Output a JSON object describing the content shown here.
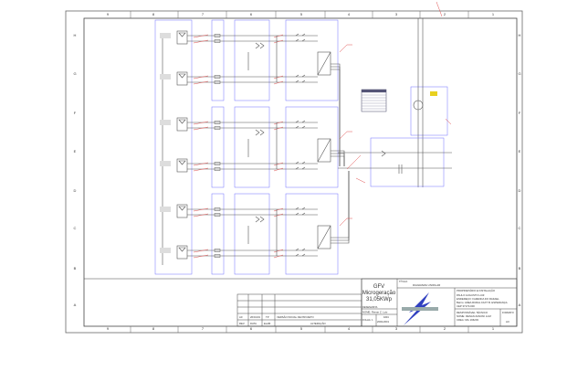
{
  "border": {
    "columns": [
      "9",
      "8",
      "7",
      "6",
      "5",
      "4",
      "3",
      "2",
      "1"
    ],
    "rows": [
      "H",
      "G",
      "F",
      "E",
      "D",
      "C",
      "B",
      "A"
    ]
  },
  "title_block": {
    "system_line1": "GFV",
    "system_line2": "Microgeração",
    "system_line3": "31,05KWp",
    "title_label": "TÍTULO",
    "title": "DIAGRAMA UNIFILAR",
    "designer_label": "DESENHISTA",
    "designer": "NOME: Renan Z. Luiz",
    "sheet": "FOLHA: 1",
    "date_label": "DATA",
    "date": "26/01/2019",
    "owner_label": "PROPRIETÁRIO E INSTALAÇÃO",
    "owner": "PAULO AUGUSTO LUIZ",
    "address": "ENDEREÇO: FAZENDA DO RAFAEL",
    "district": "Bairro: AREA RURAL FAXT B. ESPERANÇA",
    "cep": "CEP 37170-000",
    "tech_label": "RESPONSÁVEL TÉCNICO",
    "tech_name": "NOME: RENAN ZANONI LUIZ",
    "crea": "CREA: MG 196203",
    "format_label": "FORMATO",
    "format": "A3"
  },
  "revisions": {
    "headers": [
      "REV.",
      "DATA",
      "ELAB.",
      "ALTERAÇÃO"
    ],
    "rows": [
      [
        "A0",
        "26/01/19",
        "TP",
        "VERSÃO INICIAL DE PROJETO"
      ]
    ]
  },
  "colors": {
    "line": "#555555",
    "box": "#7070ff",
    "note": "#e05050",
    "logo": "#3040c0"
  }
}
